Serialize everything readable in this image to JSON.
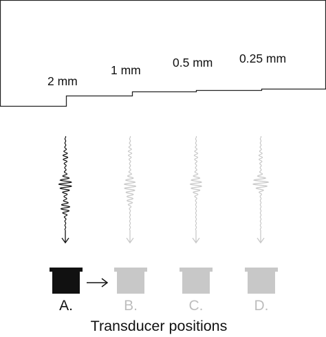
{
  "step_block": {
    "thickness_labels": [
      "2 mm",
      "1 mm",
      "0.5 mm",
      "0.25 mm"
    ]
  },
  "transducers": [
    {
      "label": "A.",
      "state": "active",
      "color": "#111111"
    },
    {
      "label": "B.",
      "state": "inactive",
      "color": "#c8c8c8"
    },
    {
      "label": "C.",
      "state": "inactive",
      "color": "#c8c8c8"
    },
    {
      "label": "D.",
      "state": "inactive",
      "color": "#c8c8c8"
    }
  ],
  "caption": "Transducer positions",
  "colors": {
    "active": "#111111",
    "inactive": "#c8c8c8",
    "inactive_text": "#bdbdbd",
    "outline": "#222222"
  }
}
